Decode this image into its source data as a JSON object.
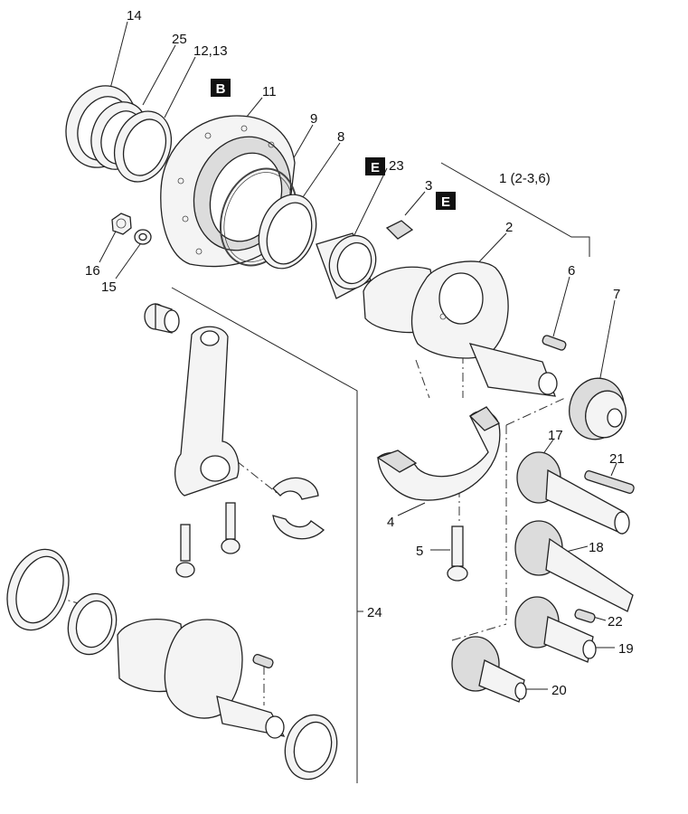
{
  "callouts": {
    "c14": "14",
    "c25": "25",
    "c12_13": "12,13",
    "c11": "11",
    "c9": "9",
    "c8": "8",
    "c23": "23",
    "c3": "3",
    "c1": "1 (2-3,6)",
    "c2": "2",
    "c6": "6",
    "c7": "7",
    "c16": "16",
    "c15": "15",
    "c17": "17",
    "c21": "21",
    "c4": "4",
    "c5": "5",
    "c18": "18",
    "c22": "22",
    "c19": "19",
    "c20": "20",
    "c24": "24"
  },
  "tags": {
    "tag_b": "B",
    "tag_e1": "E",
    "tag_e2": "E"
  }
}
